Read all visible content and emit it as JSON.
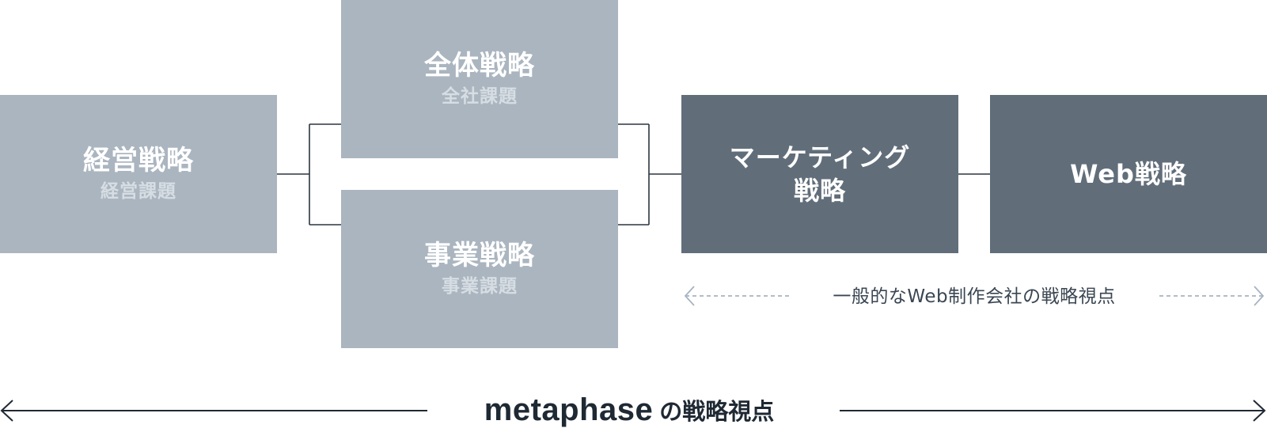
{
  "boxes": {
    "keiei": {
      "title": "経営戦略",
      "sub": "経営課題"
    },
    "zentai": {
      "title": "全体戦略",
      "sub": "全社課題"
    },
    "jigyo": {
      "title": "事業戦略",
      "sub": "事業課題"
    },
    "marketing": {
      "title": "マーケティング\n戦略"
    },
    "web": {
      "title": "Web戦略"
    }
  },
  "scopes": {
    "general": "一般的なWeb制作会社の戦略視点",
    "metaphase_brand": "metaphase",
    "metaphase_suffix": "の戦略視点"
  },
  "colors": {
    "light_box": "#aab5bf",
    "dark_box": "#616e7a",
    "connector": "#2b3540",
    "dashed_arrow": "#a8b4c0",
    "main_arrow": "#1f2933"
  }
}
